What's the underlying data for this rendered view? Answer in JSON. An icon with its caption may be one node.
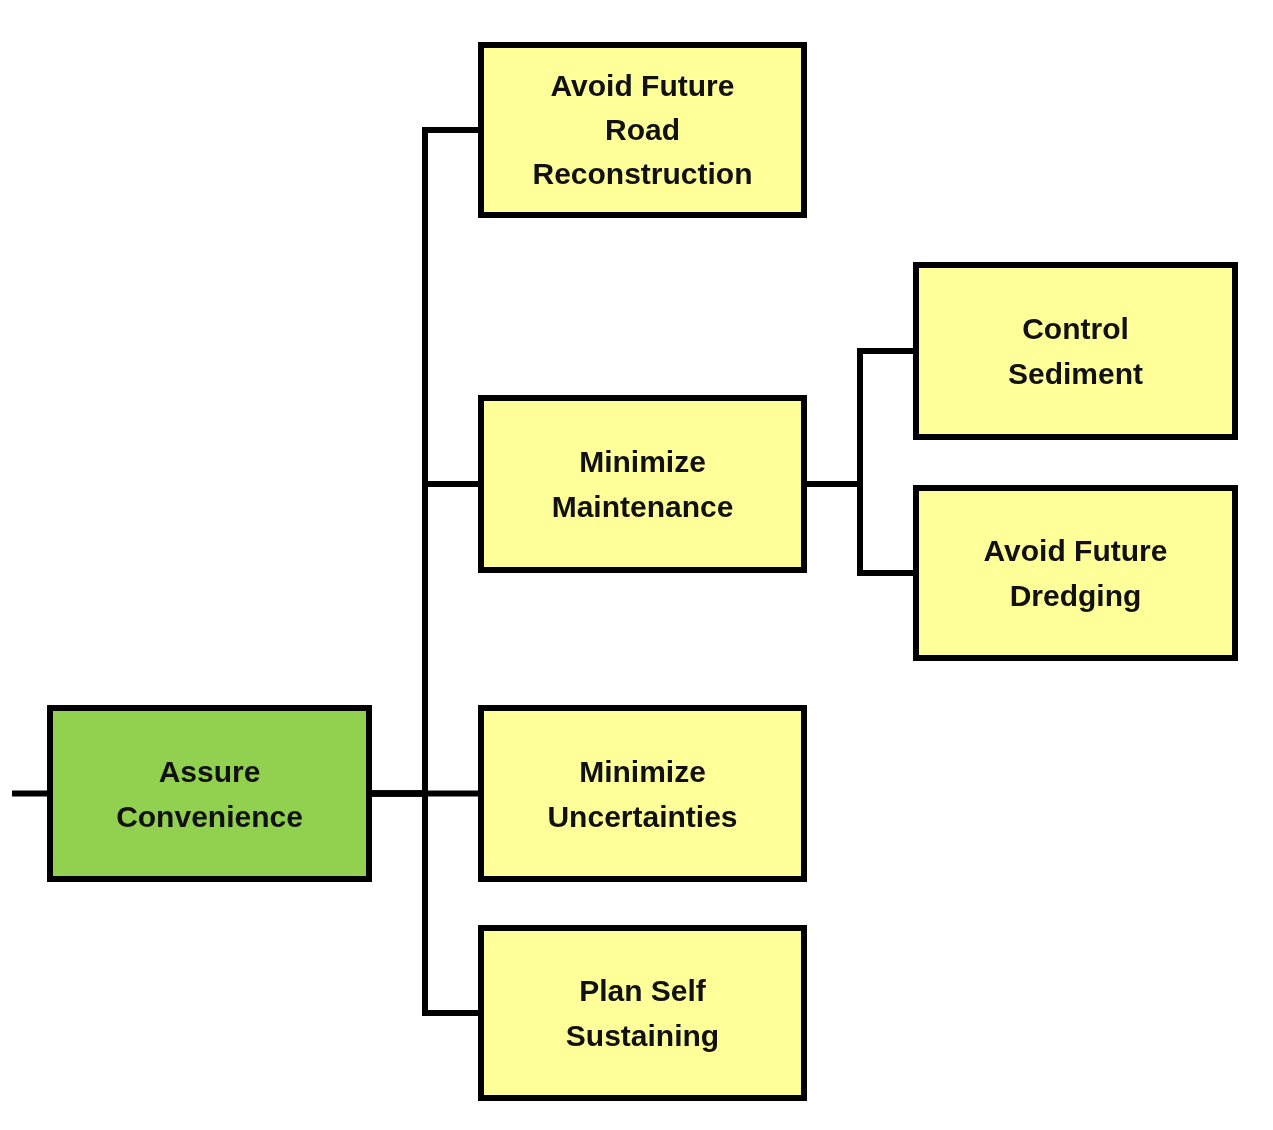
{
  "diagram": {
    "nodes": [
      {
        "text": [
          "Assure Convenience"
        ]
      },
      {
        "text": [
          "Avoid Future Road Reconstruction"
        ]
      },
      {
        "text": [
          "Minimize Maintenance"
        ]
      },
      {
        "text": [
          "Minimize Uncertainties"
        ]
      },
      {
        "text": [
          "Plan Self Sustaining"
        ]
      },
      {
        "text": [
          "Control Sediment"
        ]
      },
      {
        "text": [
          "Avoid Future Dredging"
        ]
      }
    ],
    "edges": [
      {
        "from": null,
        "to": 0,
        "arrow": "none"
      },
      {
        "from": 0,
        "to": 1,
        "arrow": "none"
      },
      {
        "from": 0,
        "to": 2,
        "arrow": "none"
      },
      {
        "from": 0,
        "to": 3,
        "arrow": "none"
      },
      {
        "from": 0,
        "to": 4,
        "arrow": "none"
      },
      {
        "from": 2,
        "to": 5,
        "arrow": "none"
      },
      {
        "from": 2,
        "to": 6,
        "arrow": "none"
      }
    ]
  }
}
